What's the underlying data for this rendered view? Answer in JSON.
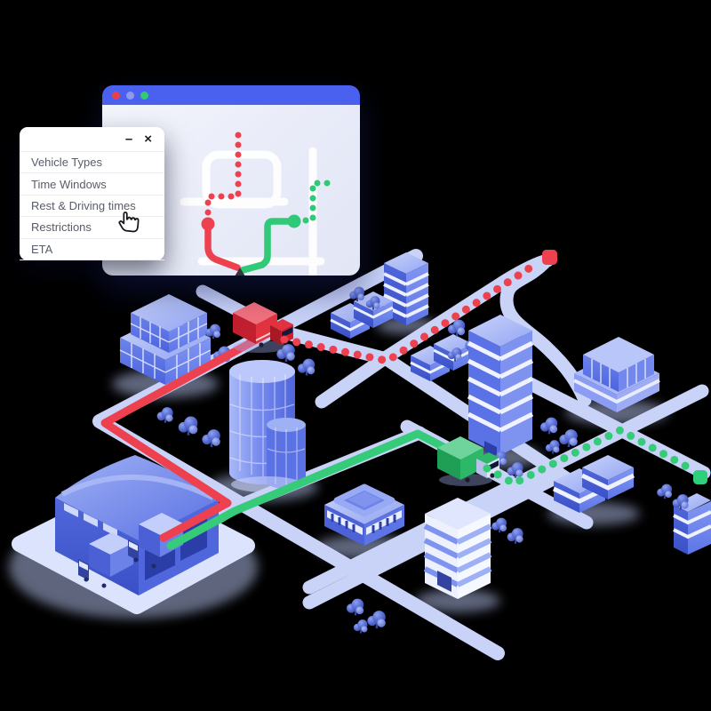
{
  "scene": {
    "background_color": "#000000"
  },
  "popup_menu": {
    "minimize_label": "–",
    "close_label": "×",
    "items": [
      {
        "label": "Vehicle Types"
      },
      {
        "label": "Time Windows"
      },
      {
        "label": "Rest & Driving times"
      },
      {
        "label": "Restrictions"
      },
      {
        "label": "ETA"
      }
    ]
  },
  "browser_window": {
    "titlebar_color": "#4a61ef",
    "traffic_lights": [
      {
        "name": "red",
        "color": "#e8404d"
      },
      {
        "name": "lavender",
        "color": "#8d9af0"
      },
      {
        "name": "green",
        "color": "#34c973"
      }
    ],
    "minimap": {
      "background_color": "#eceefb",
      "road_color": "#ffffff",
      "red_route_color": "#ee4150",
      "green_route_color": "#2fc977",
      "pin_color": "#35353f"
    }
  },
  "city": {
    "road_color": "#c9d3f8",
    "origin": "warehouse",
    "red_route": {
      "color": "#ee4150",
      "vehicle": "red-truck",
      "marker_color": "#ee4150"
    },
    "green_route": {
      "color": "#35cb78",
      "vehicle": "green-truck",
      "marker_color": "#2fd07c"
    }
  }
}
